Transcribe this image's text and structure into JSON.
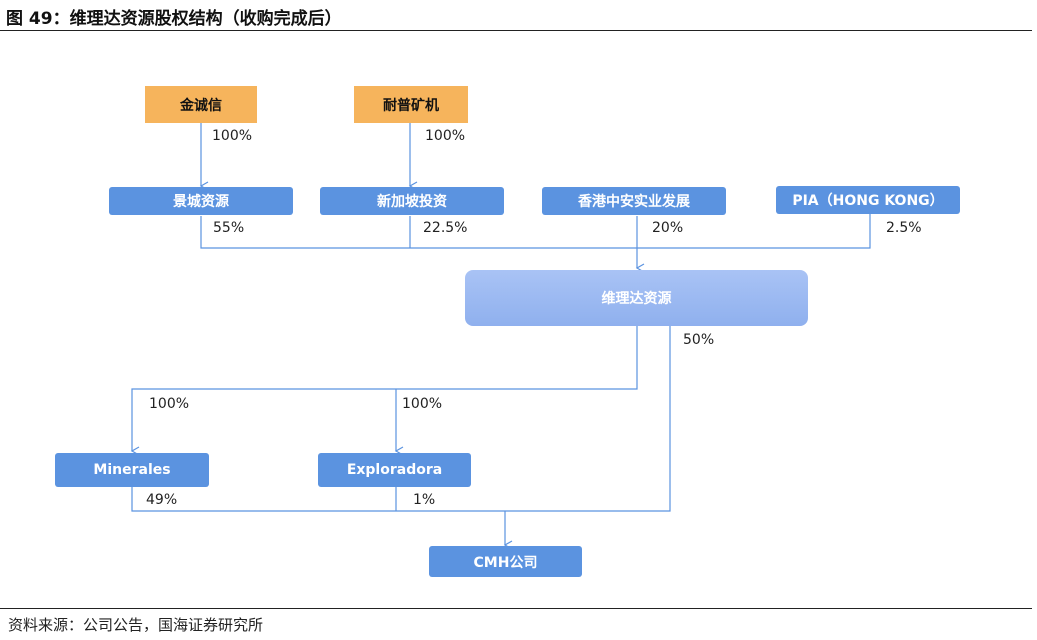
{
  "title": "图 49：维理达资源股权结构（收购完成后）",
  "source": "资料来源：公司公告，国海证券研究所",
  "nodes": {
    "jinchengxin": "金诚信",
    "naipu": "耐普矿机",
    "jingcheng": "景城资源",
    "xinjiapo": "新加坡投资",
    "xianggang": "香港中安实业发展",
    "pia": "PIA（HONG KONG）",
    "weilida": "维理达资源",
    "minerales": "Minerales",
    "exploradora": "Exploradora",
    "cmh": "CMH公司"
  },
  "edges": {
    "jinchengxin_jingcheng": "100%",
    "naipu_xinjiapo": "100%",
    "jingcheng_weilida": "55%",
    "xinjiapo_weilida": "22.5%",
    "xianggang_weilida": "20%",
    "pia_weilida": "2.5%",
    "weilida_cmh": "50%",
    "weilida_minerales": "100%",
    "weilida_exploradora": "100%",
    "minerales_cmh": "49%",
    "exploradora_cmh": "1%"
  },
  "colors": {
    "top_holder": "#f6b45c",
    "entity": "#5b93e0",
    "center": "#9fbaf2",
    "connector": "#5b93e0"
  }
}
